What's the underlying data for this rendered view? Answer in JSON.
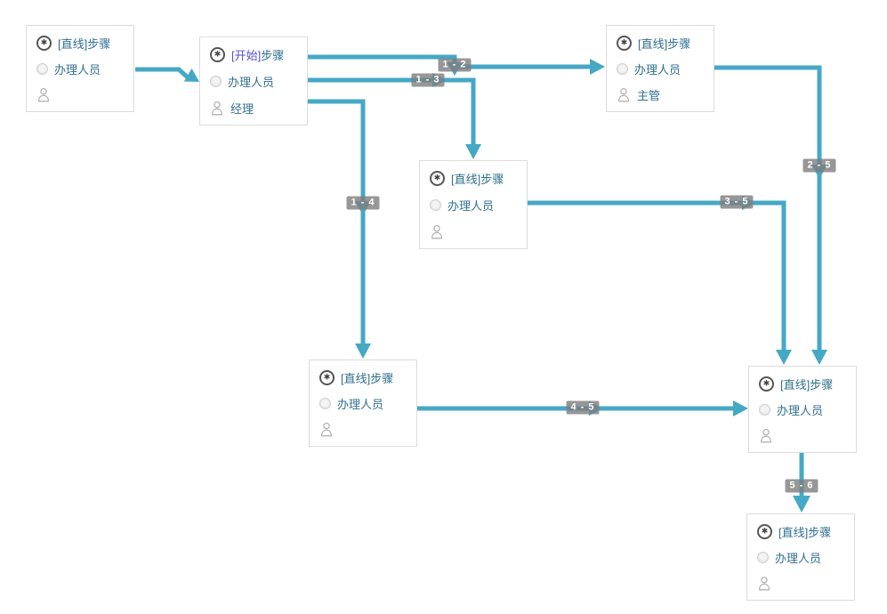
{
  "icons": {
    "step_glyph": "✱",
    "step": "circle-asterisk-icon",
    "assignee": "radio-circle-icon",
    "person": "person-silhouette-icon"
  },
  "colors": {
    "edge": "#45a8c5",
    "label_bg": "#7d7d7d",
    "label_text": "#ffffff",
    "node_border": "#dcdcdc",
    "node_text": "#31708f",
    "start_prefix": "#5452d5"
  },
  "diagram": {
    "nodes": [
      {
        "title_prefix": "[直线]",
        "title_suffix": "步骤",
        "assignee": "办理人员",
        "person": ""
      },
      {
        "title_prefix": "[开始]",
        "title_suffix": "步骤",
        "assignee": "办理人员",
        "person": "经理"
      },
      {
        "title_prefix": "[直线]",
        "title_suffix": "步骤",
        "assignee": "办理人员",
        "person": "主管"
      },
      {
        "title_prefix": "[直线]",
        "title_suffix": "步骤",
        "assignee": "办理人员",
        "person": ""
      },
      {
        "title_prefix": "[直线]",
        "title_suffix": "步骤",
        "assignee": "办理人员",
        "person": ""
      },
      {
        "title_prefix": "[直线]",
        "title_suffix": "步骤",
        "assignee": "办理人员",
        "person": ""
      },
      {
        "title_prefix": "[直线]",
        "title_suffix": "步骤",
        "assignee": "办理人员",
        "person": ""
      }
    ],
    "edges": [
      {
        "from": 1,
        "to": 2,
        "label": ""
      },
      {
        "from": 2,
        "to": 3,
        "label": "1 - 2"
      },
      {
        "from": 2,
        "to": 4,
        "label": "1 - 3"
      },
      {
        "from": 2,
        "to": 5,
        "label": "1 - 4"
      },
      {
        "from": 3,
        "to": 6,
        "label": "2 - 5"
      },
      {
        "from": 4,
        "to": 6,
        "label": "3 - 5"
      },
      {
        "from": 5,
        "to": 6,
        "label": "4 - 5"
      },
      {
        "from": 6,
        "to": 7,
        "label": "5 - 6"
      }
    ]
  }
}
